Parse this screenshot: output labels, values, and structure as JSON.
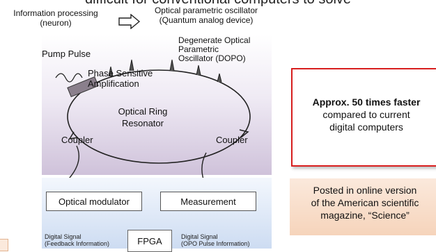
{
  "header": {
    "cut_text": "difficult for conventional computers to solve"
  },
  "mapping": {
    "source_line1": "Information processing",
    "source_line2": "(neuron)",
    "target_line1": "Optical parametric oscillator",
    "target_line2": "(Quantum analog device)"
  },
  "diagram": {
    "pump_pulse": "Pump Pulse",
    "dopo_line1": "Degenerate Optical",
    "dopo_line2": "Parametric",
    "dopo_line3": "Oscillator (DOPO)",
    "psa_line1": "Phase Sensitive",
    "psa_line2": "Amplification",
    "ring_line1": "Optical Ring",
    "ring_line2": "Resonator",
    "coupler_left": "Coupler",
    "coupler_right": "Coupler",
    "optical_modulator": "Optical modulator",
    "measurement": "Measurement",
    "fpga": "FPGA",
    "signal_left_line1": "Digital Signal",
    "signal_left_line2": "(Feedback Information)",
    "signal_right_line1": "Digital Signal",
    "signal_right_line2": "(OPO Pulse Information)"
  },
  "callouts": {
    "speed_bold": "Approx. 50 times faster",
    "speed_line2": "compared to current",
    "speed_line3": "digital computers",
    "posted_line1": "Posted in online version",
    "posted_line2": "of the American scientific",
    "posted_line3": "magazine, “Science”"
  },
  "colors": {
    "callout_border": "#d81e1e",
    "ring_panel": "#cfc2da",
    "bottom_panel": "#cddcf2",
    "peach_panel": "#f6d4bb"
  }
}
